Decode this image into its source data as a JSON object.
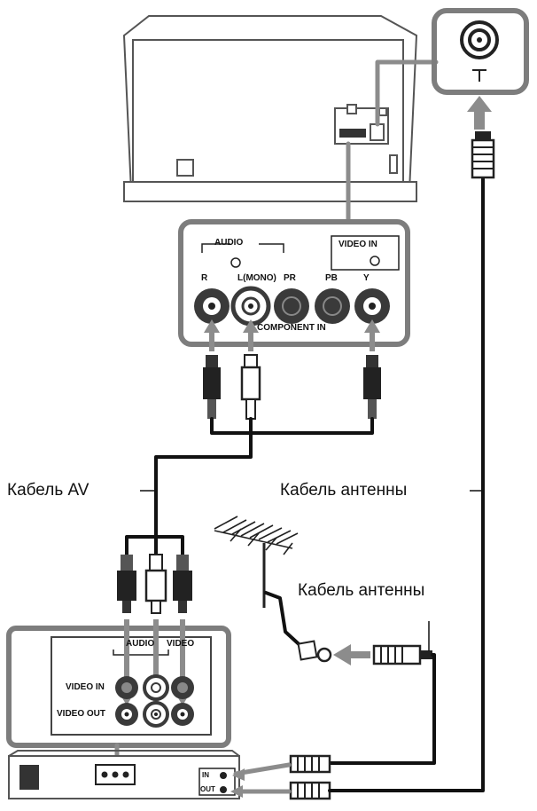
{
  "labels": {
    "av_cable": "Кабель AV",
    "antenna_cable_1": "Кабель антенны",
    "antenna_cable_2": "Кабель антенны"
  },
  "tv_panel": {
    "audio": "AUDIO",
    "video_in": "VIDEO IN",
    "r": "R",
    "l_mono": "L(MONO)",
    "pr": "PR",
    "pb": "PB",
    "y": "Y",
    "component_in": "COMPONENT IN"
  },
  "vcr_panel": {
    "audio": "AUDIO",
    "video": "VIDEO",
    "video_in": "VIDEO IN",
    "video_out": "VIDEO OUT",
    "in": "IN",
    "out": "OUT"
  },
  "colors": {
    "panel": "#7d7d7d",
    "cable": "#111111",
    "arrow": "#8c8c8c"
  }
}
